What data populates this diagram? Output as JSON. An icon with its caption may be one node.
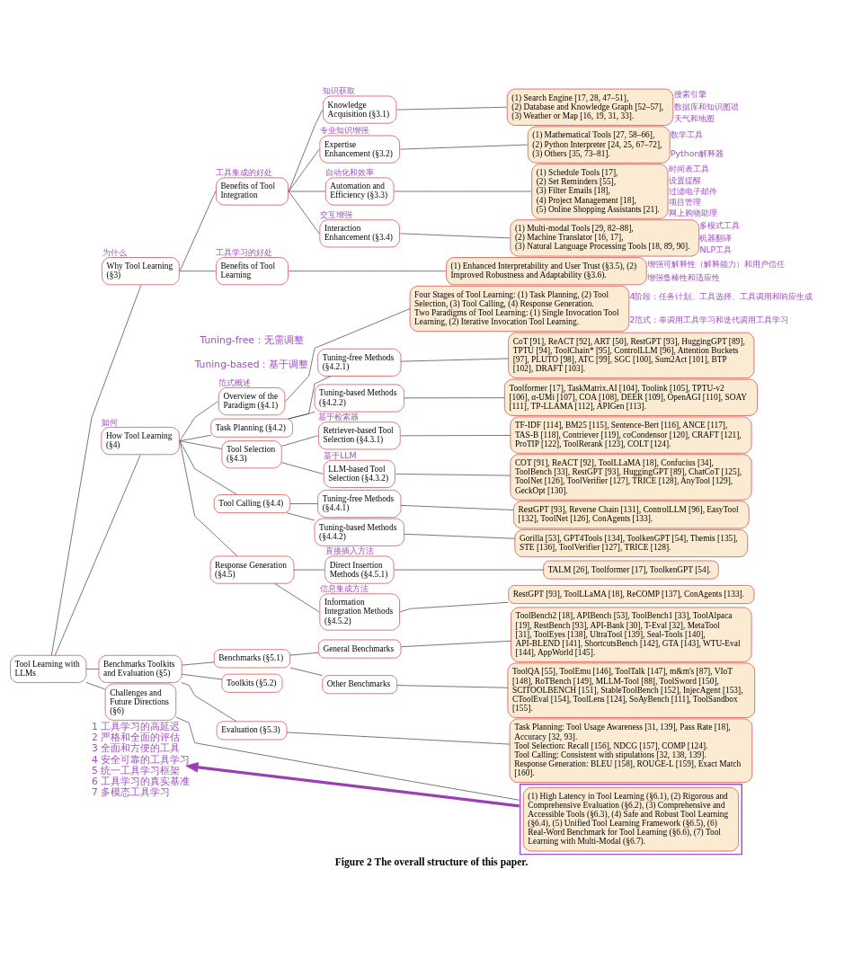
{
  "diagram": {
    "caption": "Figure 2 The overall structure of this paper.",
    "nodes": [
      {
        "text": [
          "Tool Learning with LLMs"
        ]
      },
      {
        "text": [
          "Why Tool Learning (§3)"
        ],
        "beside": [
          "为什么"
        ]
      },
      {
        "text": [
          "Benefits of Tool Integration"
        ],
        "beside": [
          "工具集成的好处"
        ]
      },
      {
        "text": [
          "Knowledge Acquisition (§3.1)"
        ],
        "beside": [
          "知识获取"
        ]
      },
      {
        "text": [
          "(1) Search Engine [17, 28, 47–51],",
          "(2) Database and Knowledge Graph [52–57],",
          "(3) Weather or Map [16, 19, 31, 33]."
        ],
        "beside": [
          "搜索引擎",
          "数据库和知识图谱",
          "天气和地图"
        ]
      },
      {
        "text": [
          "Expertise Enhancement (§3.2)"
        ],
        "beside": [
          "专业知识增强"
        ]
      },
      {
        "text": [
          "(1) Mathematical Tools [27, 58–66],",
          "(2) Python Interpreter [24, 25, 67–72],",
          "(3) Others [35, 73–81]."
        ],
        "beside": [
          "数学工具",
          "Python解释器"
        ]
      },
      {
        "text": [
          "Automation and Efficiency (§3.3)"
        ],
        "beside": [
          "自动化和效率"
        ]
      },
      {
        "text": [
          "(1) Schedule Tools [17],",
          "(2) Set Reminders [55],",
          "(3) Filter Emails [18],",
          "(4) Project Management [18],",
          "(5) Online Shopping Assistants [21]."
        ],
        "beside": [
          "时间表工具",
          "设置提醒",
          "过滤电子邮件",
          "项目管理",
          "网上购物助理"
        ]
      },
      {
        "text": [
          "Interaction Enhancement (§3.4)"
        ],
        "beside": [
          "交互增强"
        ]
      },
      {
        "text": [
          "(1) Multi-modal Tools [29, 82–88],",
          "(2) Machine Translator [16, 17],",
          "(3) Natural Language Processing Tools [18, 89, 90]."
        ],
        "beside": [
          "多模式工具",
          "机器翻译",
          "NLP工具"
        ]
      },
      {
        "text": [
          "Benefits of Tool Learning"
        ],
        "beside": [
          "工具学习的好处"
        ]
      },
      {
        "text": [
          "(1) Enhanced Interpretability and User Trust (§3.5), (2) Improved Robustness and Adaptability (§3.6)."
        ],
        "beside": [
          "增强可解释性（解释能力）和用户信任",
          "增强鲁棒性和适应性"
        ]
      },
      {
        "text": [
          "How Tool Learning (§4)"
        ],
        "beside": [
          "如何"
        ]
      },
      {
        "text": [
          "Overview of the Paradigm (§4.1)"
        ],
        "beside": [
          "范式概述"
        ]
      },
      {
        "text": [
          "Four Stages of Tool Learning: (1) Task Planning, (2) Tool Selection, (3) Tool Calling, (4) Response Generation.",
          "Two Paradigms of Tool Learning: (1) Single Invocation Tool Learning, (2) Iterative Invocation Tool Learning."
        ],
        "beside": [
          "4阶段：任务计划、工具选择、工具调用和响应生成",
          "2范式：单调用工具学习和迭代调用工具学习"
        ]
      },
      {
        "text": [
          "Task Planning (§4.2)"
        ]
      },
      {
        "text": [
          "Tuning-free Methods (§4.2.1)"
        ]
      },
      {
        "text": [
          "CoT [91], ReACT [92], ART [50], RestGPT [93], HuggingGPT [89], TPTU [94], ToolChain* [95], ControlLLM [96], Attention Buckets [97], PLUTO [98], ATC [99], SGC [100], Sum2Act [101], BTP [102], DRAFT [103]."
        ]
      },
      {
        "text": [
          "Tuning-based Methods (§4.2.2)"
        ]
      },
      {
        "text": [
          "Toolformer [17], TaskMatrix.AI [104], Toolink [105], TPTU-v2 [106], α-UMi [107], COA [108], DEER [109], OpenAGI [110], SOAY [111], TP-LLAMA [112], APIGen [113]."
        ]
      },
      {
        "text": [
          "Tool Selection (§4.3)"
        ]
      },
      {
        "text": [
          "Retriever-based Tool Selection (§4.3.1)"
        ],
        "beside": [
          "基于检索器"
        ]
      },
      {
        "text": [
          "TF-IDF [114], BM25 [115], Sentence-Bert [116], ANCE [117], TAS-B [118], Contriever [119], coCondensor [120], CRAFT [121], ProTIP [122], ToolRerank [123], COLT [124]."
        ]
      },
      {
        "text": [
          "LLM-based Tool Selection (§4.3.2)"
        ],
        "beside": [
          "基于LLM"
        ]
      },
      {
        "text": [
          "COT [91], ReACT [92], ToolLLaMA [18], Confucius [34], ToolBench [33], RestGPT [93], HuggingGPT [89], ChatCoT [125], ToolNet [126], ToolVerifier [127], TRICE [128], AnyTool [129], GeckOpt [130]."
        ]
      },
      {
        "text": [
          "Tool Calling (§4.4)"
        ]
      },
      {
        "text": [
          "Tuning-free Methods (§4.4.1)"
        ]
      },
      {
        "text": [
          "RestGPT [93], Reverse Chain [131], ControlLLM [96], EasyTool [132], ToolNet [126], ConAgents [133]."
        ]
      },
      {
        "text": [
          "Tuning-based Methods (§4.4.2)"
        ]
      },
      {
        "text": [
          "Gorilla [53], GPT4Tools [134], ToolkenGPT [54], Themis [135], STE [136], ToolVerifier [127], TRICE [128]."
        ]
      },
      {
        "text": [
          "Response Generation (§4.5)"
        ]
      },
      {
        "text": [
          "Direct Insertion Methods (§4.5.1)"
        ],
        "beside": [
          "直接插入方法"
        ]
      },
      {
        "text": [
          "TALM [26], Toolformer [17], ToolkenGPT [54]."
        ]
      },
      {
        "text": [
          "Information Integration Methods (§4.5.2)"
        ],
        "beside": [
          "信息集成方法"
        ]
      },
      {
        "text": [
          "RestGPT [93], ToolLLaMA [18], ReCOMP [137], ConAgents [133]."
        ]
      },
      {
        "text": [
          "Benchmarks Toolkits and Evaluation (§5)"
        ]
      },
      {
        "text": [
          "Benchmarks (§5.1)"
        ]
      },
      {
        "text": [
          "General Benchmarks"
        ]
      },
      {
        "text": [
          "ToolBench2 [18], APIBench [53], ToolBench1 [33], ToolAlpaca [19], RestBench [93], API-Bank [30], T-Eval [32], MetaTool [31], ToolEyes [138], UltraTool [139], Seal-Tools [140], API-BLEND [141], ShortcutsBench [142], GTA [143], WTU-Eval [144], AppWorld [145]."
        ]
      },
      {
        "text": [
          "Other Benchmarks"
        ]
      },
      {
        "text": [
          "ToolQA [55], ToolEmu [146], ToolTalk [147], m&m's [87], VIoT [148], RoTBench [149], MLLM-Tool [88], ToolSword [150], SCITOOLBENCH [151], StableToolBench [152], InjecAgent [153], CToolEval [154], ToolLens [124], SoAyBench [111], ToolSandbox [155]."
        ]
      },
      {
        "text": [
          "Toolkits (§5.2)"
        ]
      },
      {
        "text": [
          "Evaluation (§5.3)"
        ]
      },
      {
        "text": [
          "Task Planning: Tool Usage Awareness [31, 139], Pass Rate [18], Accuracy [32, 93].",
          "Tool Selection: Recall [156], NDCG [157], COMP [124].",
          "Tool Calling: Consistent with stipulations [32, 138, 139].",
          "Response Generation: BLEU [158], ROUGE-L [159], Exact Match [160]."
        ]
      },
      {
        "text": [
          "Challenges and Future Directions (§6)"
        ]
      },
      {
        "text": [
          "(1) High Latency in Tool Learning (§6.1), (2) Rigorous and Comprehensive Evaluation (§6.2), (3) Comprehensive and Accessible Tools (§6.3), (4) Safe and Robust Tool Learning (§6.4), (5) Unified Tool Learning Framework (§6.5), (6) Real-Word Benchmark for Tool Learning (§6.6), (7) Tool Learning with Multi-Modal (§6.7)."
        ]
      },
      {
        "text": [
          "1 工具学习的高延迟",
          "2 严格和全面的评估",
          "3 全面和方便的工具",
          "4 安全可靠的工具学习",
          "5 统一工具学习框架",
          "6 工具学习的真实基准",
          "7 多模态工具学习"
        ]
      }
    ],
    "edges": [
      {
        "from": 0,
        "to": 1,
        "arrow": "none"
      },
      {
        "from": 1,
        "to": 2,
        "arrow": "none"
      },
      {
        "from": 2,
        "to": 3,
        "arrow": "none"
      },
      {
        "from": 3,
        "to": 4,
        "arrow": "none"
      },
      {
        "from": 2,
        "to": 5,
        "arrow": "none"
      },
      {
        "from": 5,
        "to": 6,
        "arrow": "none"
      },
      {
        "from": 2,
        "to": 7,
        "arrow": "none"
      },
      {
        "from": 7,
        "to": 8,
        "arrow": "none"
      },
      {
        "from": 2,
        "to": 9,
        "arrow": "none"
      },
      {
        "from": 9,
        "to": 10,
        "arrow": "none"
      },
      {
        "from": 1,
        "to": 11,
        "arrow": "none"
      },
      {
        "from": 11,
        "to": 12,
        "arrow": "none"
      },
      {
        "from": 0,
        "to": 13,
        "arrow": "none"
      },
      {
        "from": 13,
        "to": 14,
        "arrow": "none"
      },
      {
        "from": 14,
        "to": 15,
        "arrow": "none"
      },
      {
        "from": 13,
        "to": 16,
        "arrow": "none"
      },
      {
        "from": 16,
        "to": 17,
        "arrow": "none"
      },
      {
        "from": 17,
        "to": 18,
        "arrow": "none"
      },
      {
        "from": 16,
        "to": 19,
        "arrow": "none"
      },
      {
        "from": 19,
        "to": 20,
        "arrow": "none"
      },
      {
        "from": 13,
        "to": 21,
        "arrow": "none"
      },
      {
        "from": 21,
        "to": 22,
        "arrow": "none"
      },
      {
        "from": 22,
        "to": 23,
        "arrow": "none"
      },
      {
        "from": 21,
        "to": 24,
        "arrow": "none"
      },
      {
        "from": 24,
        "to": 25,
        "arrow": "none"
      },
      {
        "from": 13,
        "to": 26,
        "arrow": "none"
      },
      {
        "from": 26,
        "to": 27,
        "arrow": "none"
      },
      {
        "from": 27,
        "to": 28,
        "arrow": "none"
      },
      {
        "from": 26,
        "to": 29,
        "arrow": "none"
      },
      {
        "from": 29,
        "to": 30,
        "arrow": "none"
      },
      {
        "from": 13,
        "to": 31,
        "arrow": "none"
      },
      {
        "from": 31,
        "to": 32,
        "arrow": "none"
      },
      {
        "from": 32,
        "to": 33,
        "arrow": "none"
      },
      {
        "from": 31,
        "to": 34,
        "arrow": "none"
      },
      {
        "from": 34,
        "to": 35,
        "arrow": "none"
      },
      {
        "from": 0,
        "to": 36,
        "arrow": "none"
      },
      {
        "from": 36,
        "to": 37,
        "arrow": "none"
      },
      {
        "from": 37,
        "to": 38,
        "arrow": "none"
      },
      {
        "from": 38,
        "to": 39,
        "arrow": "none"
      },
      {
        "from": 37,
        "to": 40,
        "arrow": "none"
      },
      {
        "from": 40,
        "to": 41,
        "arrow": "none"
      },
      {
        "from": 36,
        "to": 42,
        "arrow": "none"
      },
      {
        "from": 36,
        "to": 43,
        "arrow": "none"
      },
      {
        "from": 43,
        "to": 44,
        "arrow": "none"
      },
      {
        "from": 0,
        "to": 45,
        "arrow": "none"
      },
      {
        "from": 45,
        "to": 46,
        "arrow": "none"
      },
      {
        "from": 46,
        "to": 47,
        "arrow": "to",
        "style": "thick",
        "color": "#9b3fb5"
      }
    ],
    "labels": [
      "Tuning-free：无需调整",
      "Tuning-based：基于调整"
    ]
  }
}
